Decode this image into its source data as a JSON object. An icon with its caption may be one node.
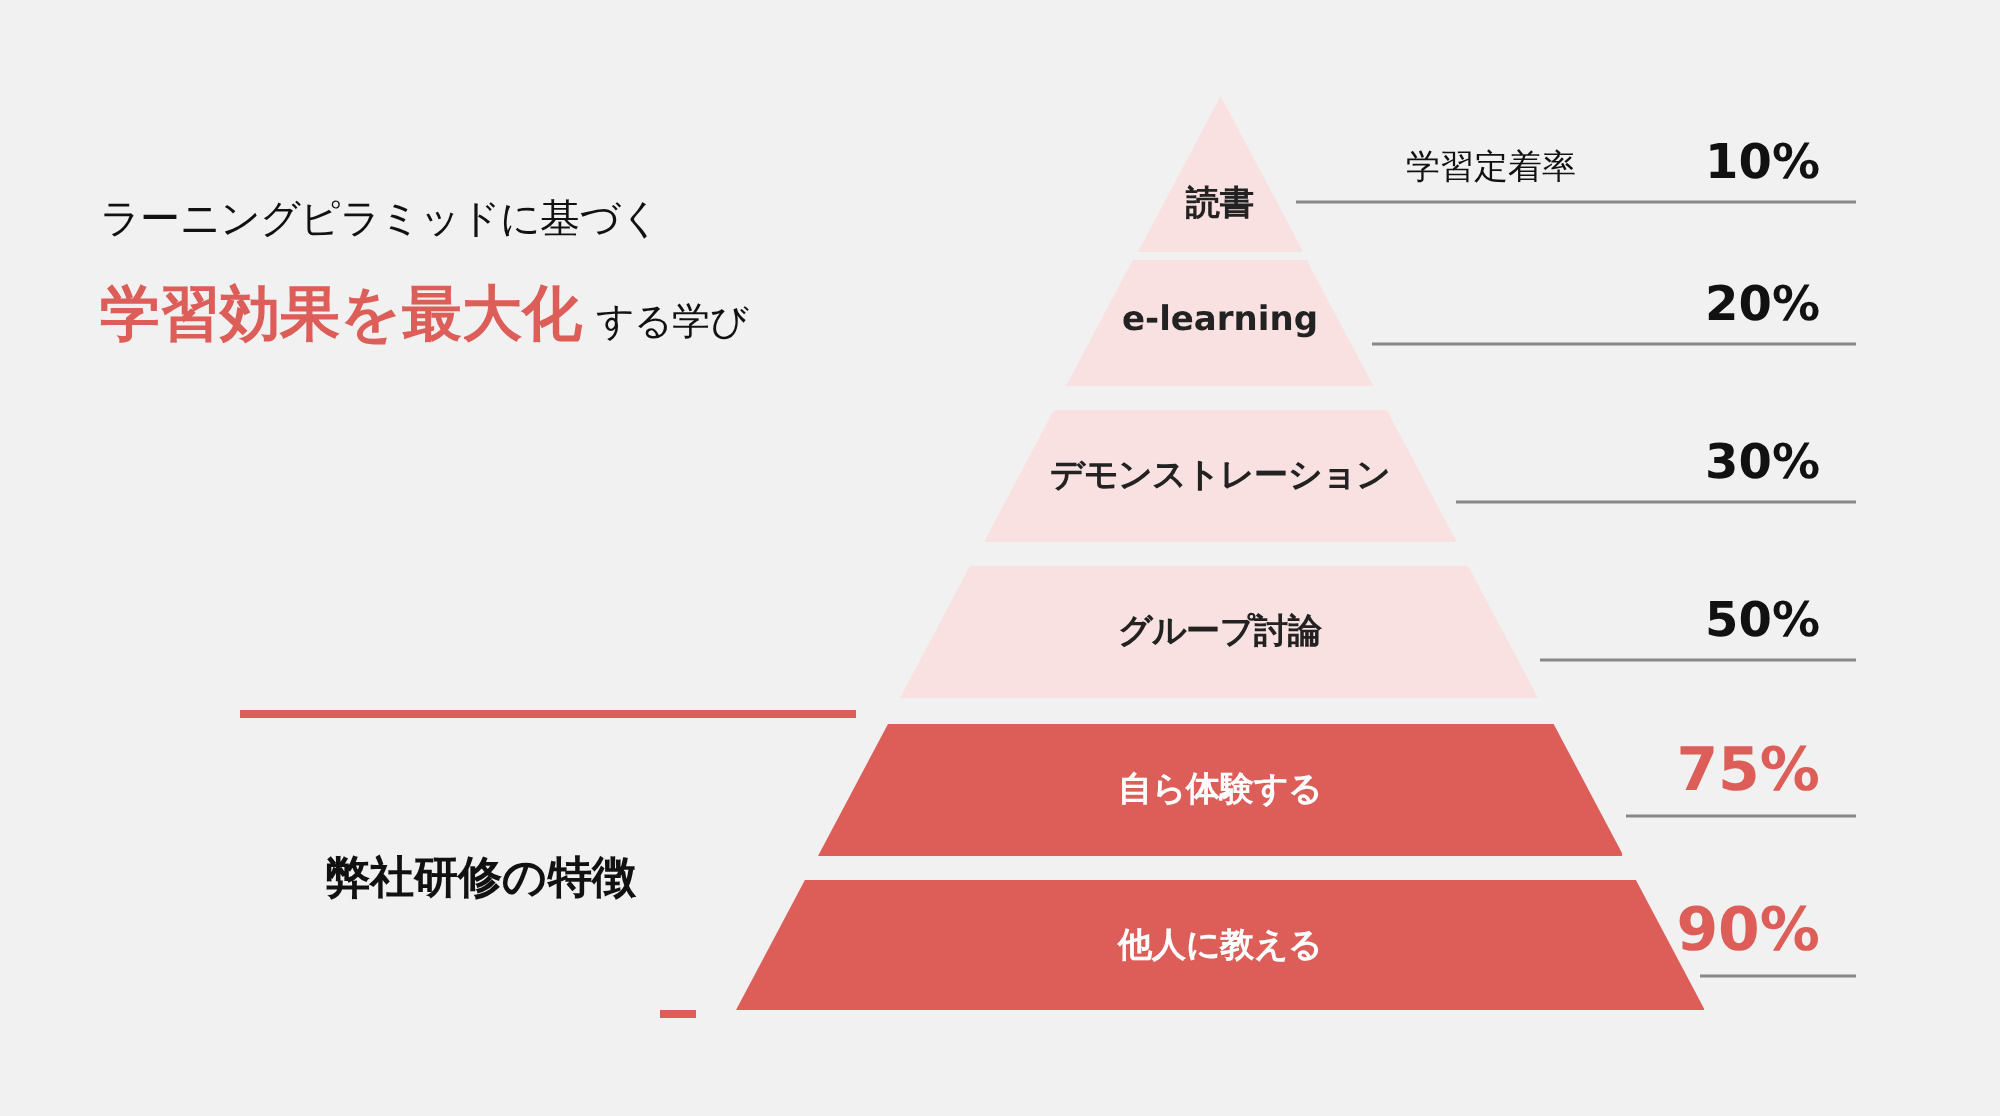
{
  "diagram": {
    "title": "ラーニングピラミッドに基づく",
    "nodes": [
      {
        "text": [
          "読書"
        ]
      },
      {
        "text": [
          "e-learning"
        ]
      },
      {
        "text": [
          "デモンストレーション"
        ]
      },
      {
        "text": [
          "グループ討論"
        ]
      },
      {
        "text": [
          "自ら体験する"
        ]
      },
      {
        "text": [
          "他人に教える"
        ]
      }
    ],
    "labels": [
      "学習効果を最大化",
      "する学び",
      "学習定着率",
      "10%",
      "20%",
      "30%",
      "50%",
      "75%",
      "弊社研修の特徴",
      "90%"
    ]
  }
}
